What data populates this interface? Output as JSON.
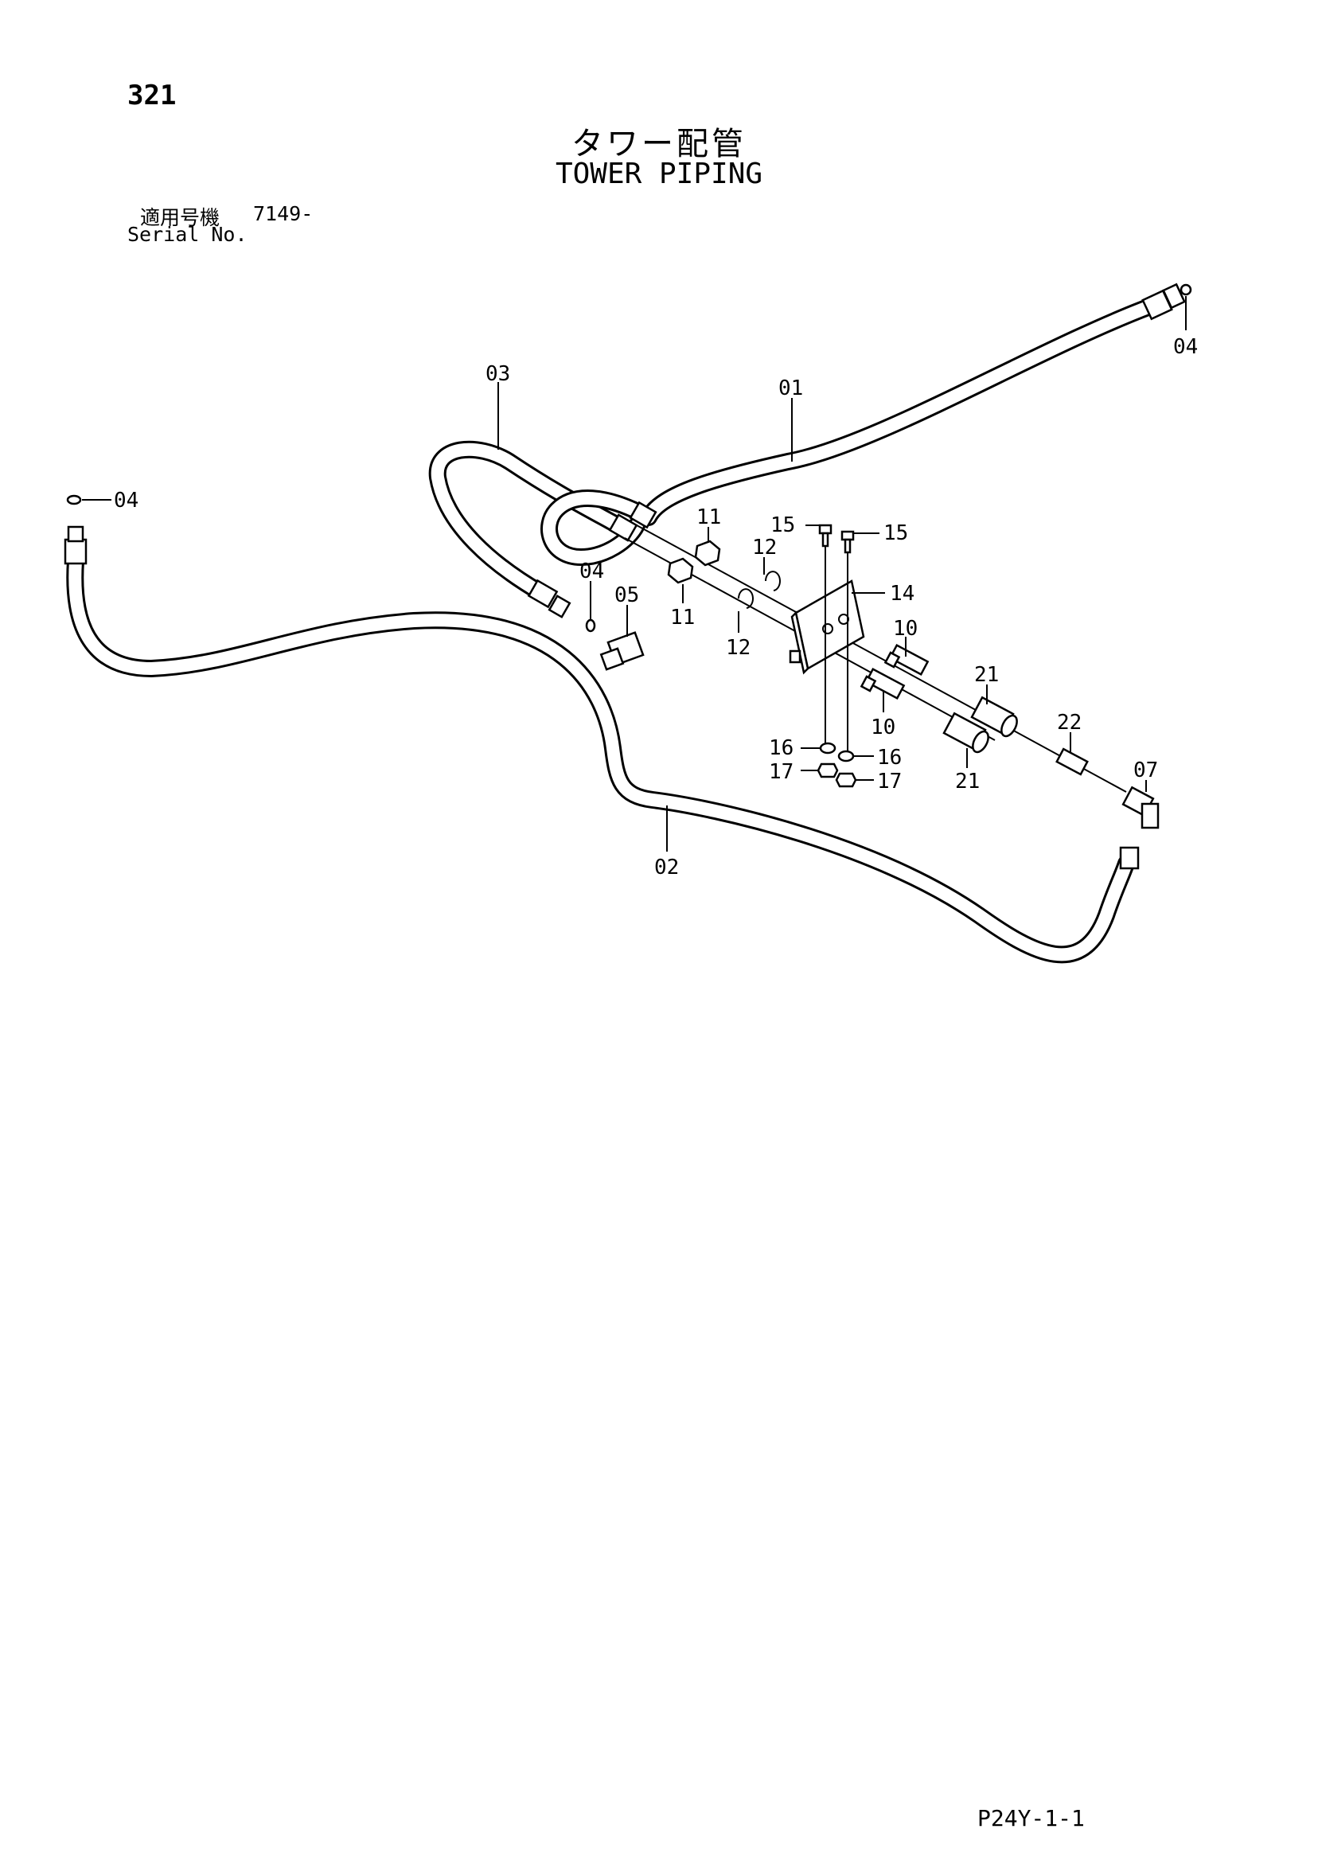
{
  "page_number": "321",
  "title_jp": "タワー配管",
  "title_en": "TOWER PIPING",
  "serial": {
    "label_jp": "適用号機",
    "value": "7149-",
    "label_en": "Serial No."
  },
  "footer_code": "P24Y-1-1",
  "callouts": {
    "c03": "03",
    "c01": "01",
    "c04_tr": "04",
    "c04_left": "04",
    "c04_mid": "04",
    "c05": "05",
    "c11_a": "11",
    "c11_b": "11",
    "c12_a": "12",
    "c12_b": "12",
    "c15_a": "15",
    "c15_b": "15",
    "c14": "14",
    "c10_a": "10",
    "c10_b": "10",
    "c21_a": "21",
    "c21_b": "21",
    "c22": "22",
    "c07": "07",
    "c16_a": "16",
    "c16_b": "16",
    "c17_a": "17",
    "c17_b": "17",
    "c02": "02"
  }
}
